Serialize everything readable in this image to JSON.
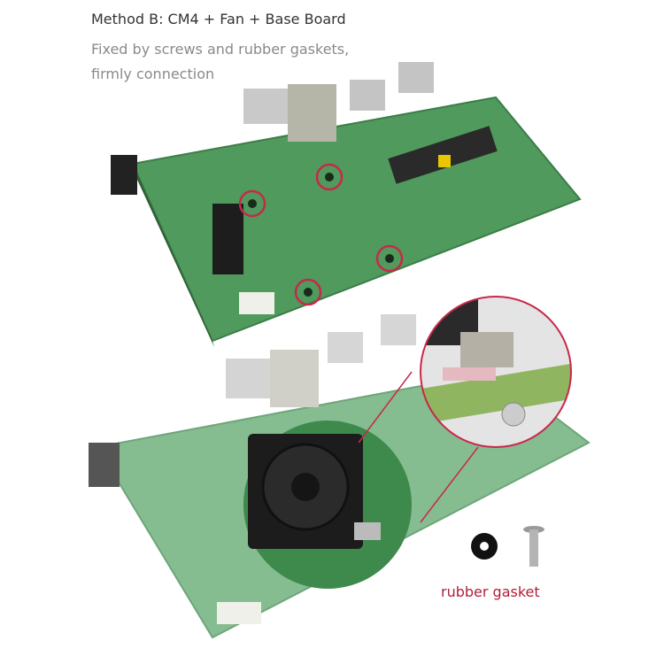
{
  "heading": "Method B: CM4 + Fan + Base Board",
  "description_lines": [
    "Fixed by screws and rubber gaskets,",
    "firmly connection"
  ],
  "callout_label": "rubber gasket",
  "colors": {
    "board": "#4f9a5c",
    "highlight": "#c8284a",
    "label": "#b0203a"
  }
}
